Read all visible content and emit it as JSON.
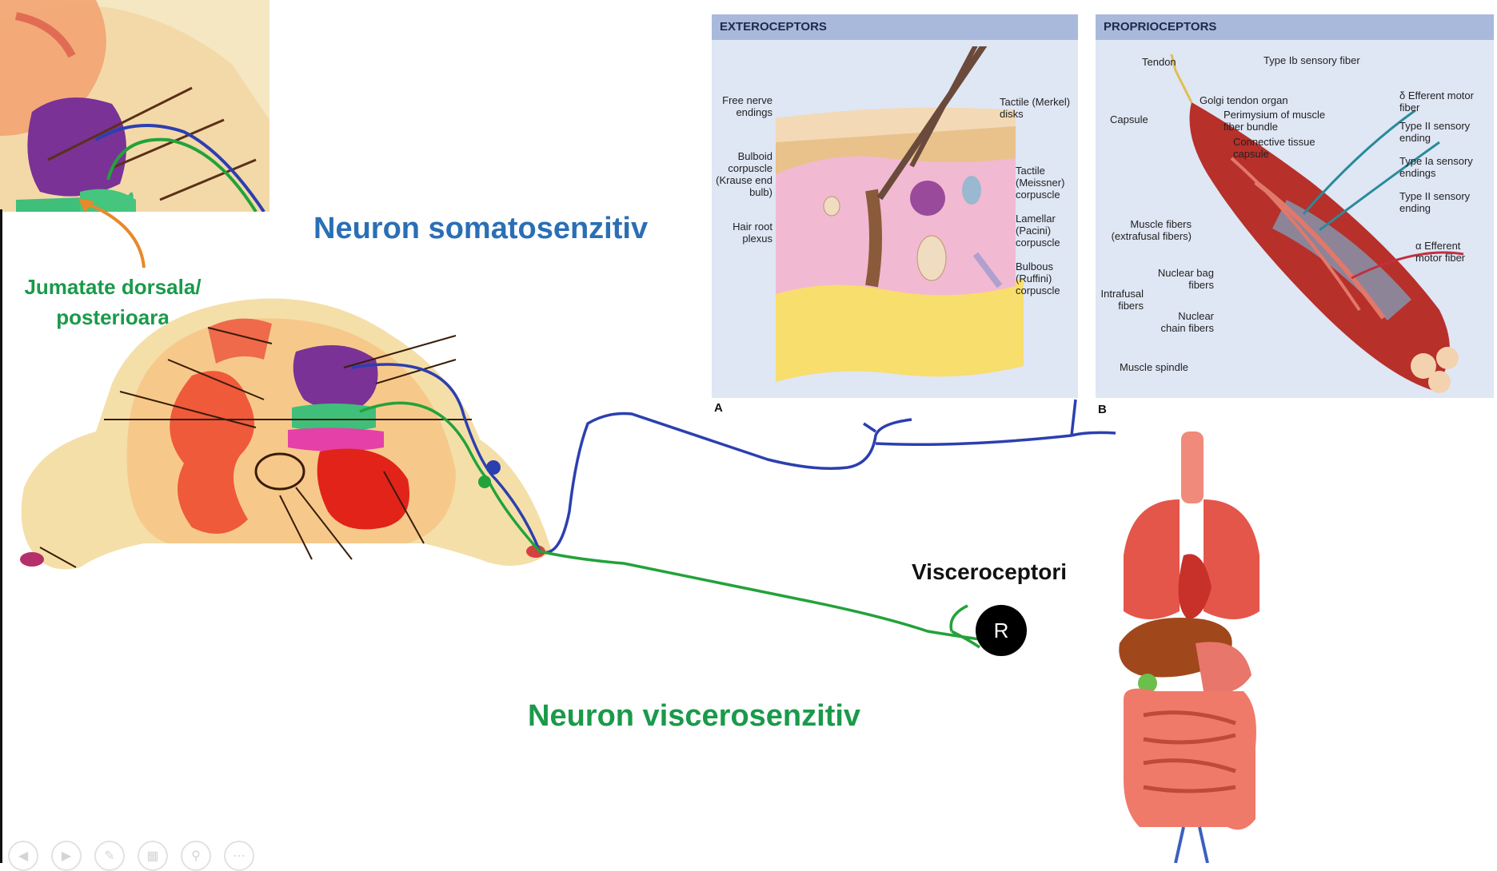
{
  "labels": {
    "somato": "Neuron somatosenzitiv",
    "viscero": "Neuron viscerosenzitiv",
    "visceroceptori": "Visceroceptori",
    "receptor_letter": "R",
    "dorsal_line1": "Jumatate dorsala/",
    "dorsal_line2": "posterioara"
  },
  "exteroceptors": {
    "title": "EXTEROCEPTORS",
    "panel_letter": "A",
    "left_labels": [
      "Free nerve endings",
      "Bulboid corpuscle (Krause end bulb)",
      "Hair root plexus"
    ],
    "right_labels": [
      "Tactile (Merkel) disks",
      "Tactile (Meissner) corpuscle",
      "Lamellar (Pacini) corpuscle",
      "Bulbous (Ruffini) corpuscle"
    ]
  },
  "proprioceptors": {
    "title": "PROPRIOCEPTORS",
    "panel_letter": "B",
    "labels": {
      "tendon": "Tendon",
      "type_ib": "Type Ib sensory fiber",
      "golgi": "Golgi tendon organ",
      "capsule": "Capsule",
      "perimysium": "Perimysium of muscle fiber bundle",
      "connective": "Connective tissue capsule",
      "muscle_fibers": "Muscle fibers (extrafusal fibers)",
      "intrafusal": "Intrafusal fibers",
      "nuclear_bag": "Nuclear bag fibers",
      "nuclear_chain": "Nuclear chain fibers",
      "spindle": "Muscle spindle",
      "delta_eff": "δ Efferent motor fiber",
      "type_ii_a": "Type II sensory ending",
      "type_ia": "Type Ia sensory endings",
      "type_ii_b": "Type II sensory ending",
      "alpha_eff": "α Efferent motor fiber"
    }
  },
  "colors": {
    "somato_line": "#2c3fb0",
    "viscero_line": "#23a23a",
    "title_blue": "#2a6fb5",
    "title_green": "#1a9a4a",
    "arrow": "#e8892a"
  },
  "controls": [
    "prev-icon",
    "next-icon",
    "pen-icon",
    "slides-icon",
    "zoom-icon",
    "more-icon"
  ]
}
